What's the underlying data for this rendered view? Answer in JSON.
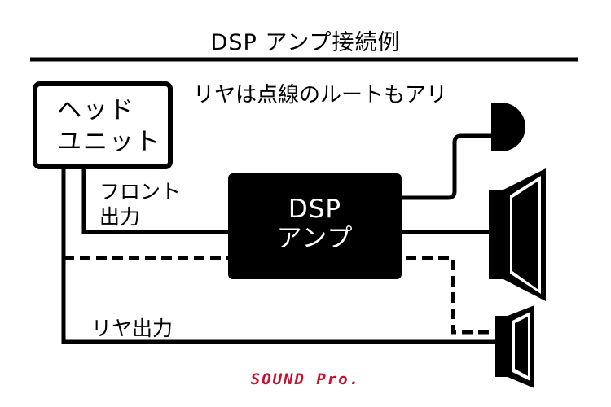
{
  "title": "DSP アンプ接続例",
  "head_unit": {
    "line1": "ヘッド",
    "line2": "ユニット"
  },
  "dsp_amp": {
    "line1": "DSP",
    "line2": "アンプ"
  },
  "annotation": "リヤは点線のルートもアリ",
  "labels": {
    "front_out_line1": "フロント",
    "front_out_line2": "出力",
    "rear_out": "リヤ出力"
  },
  "brand": {
    "text": "SOUND Pro.",
    "color": "#c8102e"
  },
  "colors": {
    "line": "#000000",
    "background": "#ffffff"
  },
  "icons": [
    "tweeter-icon",
    "front-speaker-icon",
    "rear-speaker-icon"
  ]
}
